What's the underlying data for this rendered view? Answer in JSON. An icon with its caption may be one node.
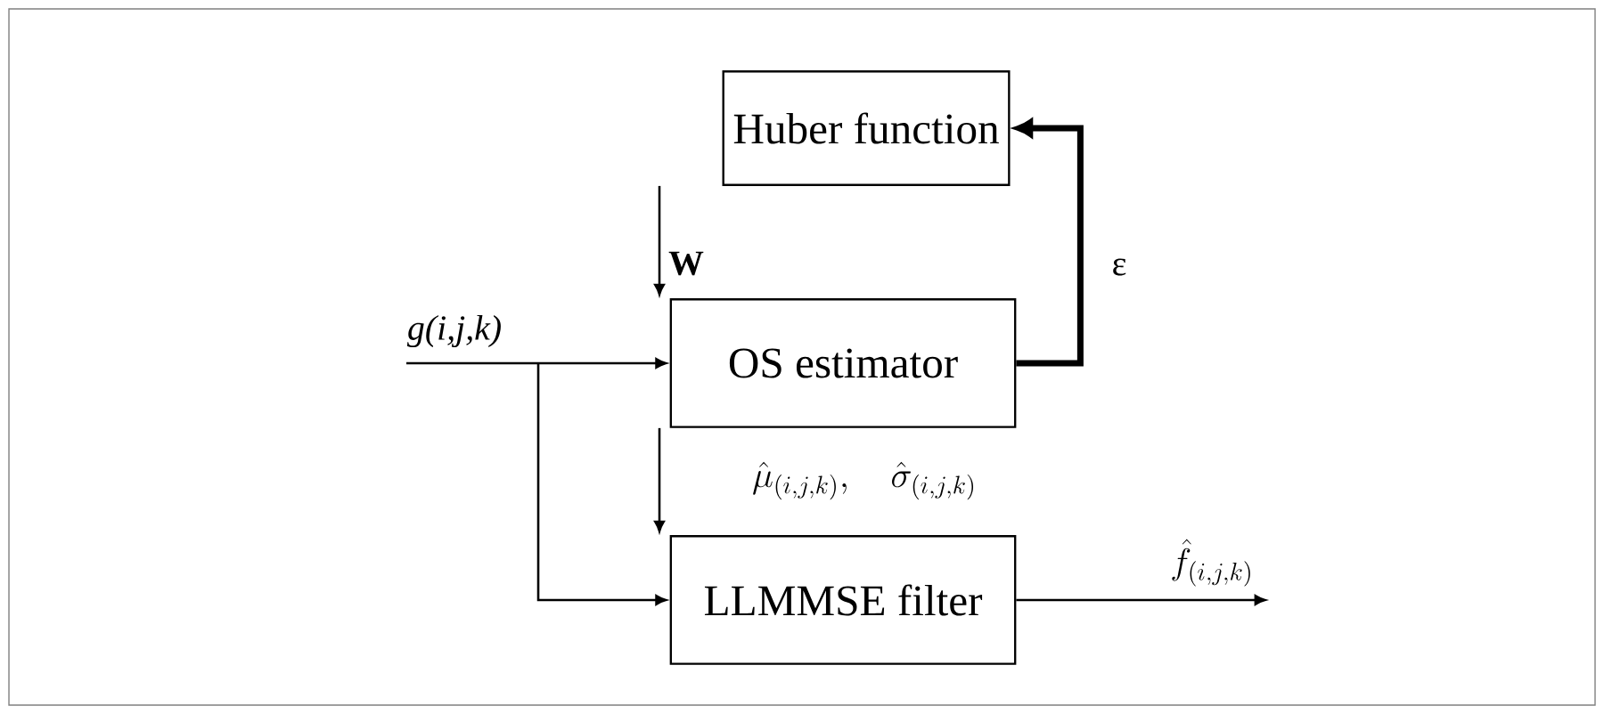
{
  "diagram": {
    "nodes": [
      {
        "text": [
          "Huber function"
        ]
      },
      {
        "text": [
          "OS estimator"
        ]
      },
      {
        "text": [
          "LLMMSE filter"
        ]
      }
    ],
    "edges": [
      {
        "from": 0,
        "to": 1,
        "arrow": "to",
        "label": "W"
      },
      {
        "from": 1,
        "to": 0,
        "arrow": "to",
        "label": "ε",
        "style": "thick"
      },
      {
        "from": null,
        "to": 1,
        "arrow": "to",
        "label": "g(i,j,k)"
      },
      {
        "from": null,
        "to": 2,
        "arrow": "to"
      },
      {
        "from": 1,
        "to": 2,
        "arrow": "to",
        "label": "\\hat{\\mu}_{(i,j,k)},\\quad \\hat{\\sigma}_{(i,j,k)}"
      },
      {
        "from": 2,
        "to": null,
        "arrow": "to",
        "label": "\\hat{f}_{(i,j,k)}"
      }
    ]
  }
}
